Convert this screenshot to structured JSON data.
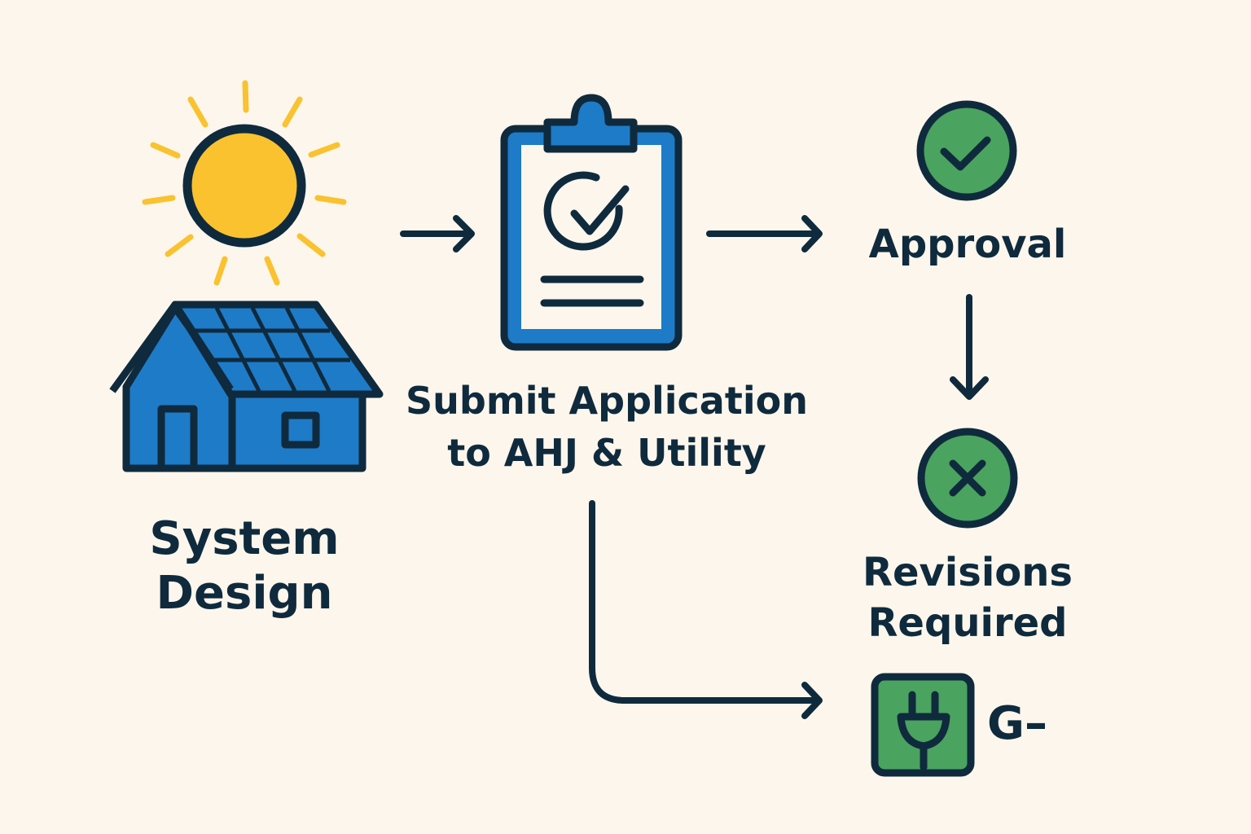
{
  "colors": {
    "background": "#fcf6ec",
    "ink": "#0f2a3d",
    "blue": "#1e7bc8",
    "green": "#4aa35f",
    "sun": "#f9c22e"
  },
  "steps": {
    "design": {
      "line1": "System",
      "line2": "Design",
      "icon": "house-solar-panels-sun-icon"
    },
    "submit": {
      "line1": "Submit Application",
      "line2": "to AHJ & Utility",
      "icon": "clipboard-check-icon"
    },
    "approval": {
      "label": "Approval",
      "icon": "check-circle-icon"
    },
    "revisions": {
      "line1": "Revisions",
      "line2": "Required",
      "icon": "x-circle-icon"
    },
    "interconnection": {
      "label": "G–",
      "icon": "plug-icon"
    }
  }
}
